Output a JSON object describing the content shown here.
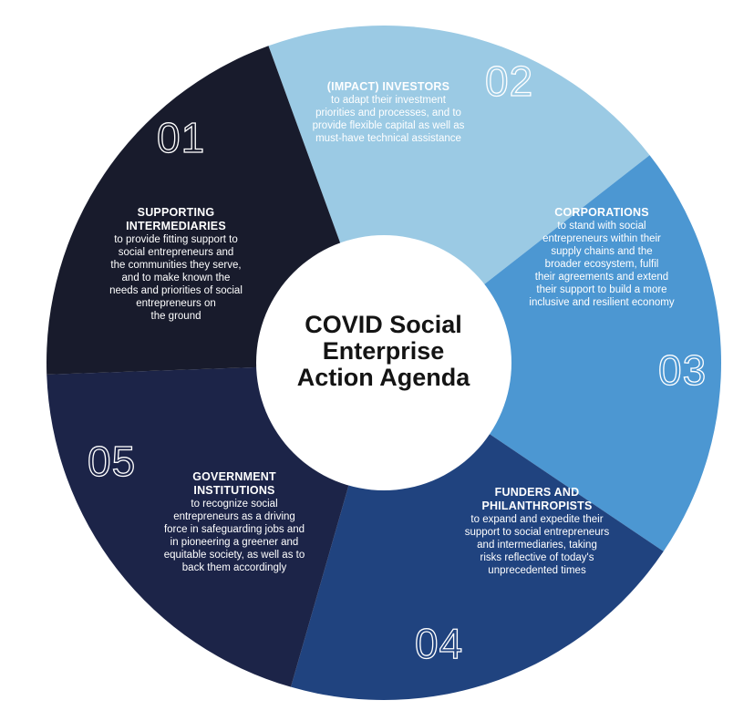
{
  "center": {
    "title": "COVID Social\nEnterprise\nAction Agenda"
  },
  "segments": [
    {
      "number": "01",
      "title": "SUPPORTING\nINTERMEDIARIES",
      "body": "to provide fitting support to\nsocial entrepreneurs and\nthe communities they serve,\nand to make known the\nneeds and priorities of social\nentrepreneurs on\nthe ground",
      "color": "#9bcae4"
    },
    {
      "number": "02",
      "title": "(IMPACT) INVESTORS",
      "body": "to adapt their investment\npriorities and processes, and to\nprovide flexible capital as well as\nmust-have technical assistance",
      "color": "#4c97d2"
    },
    {
      "number": "03",
      "title": "CORPORATIONS",
      "body": "to stand with social\nentrepreneurs within their\nsupply chains and the\nbroader ecosystem, fulfil\ntheir agreements and extend\ntheir support to build a more\ninclusive and resilient economy",
      "color": "#20437f"
    },
    {
      "number": "04",
      "title": "FUNDERS AND\nPHILANTHROPISTS",
      "body": "to expand and expedite their\nsupport to social entrepreneurs\nand intermediaries, taking\nrisks reflective of today's\nunprecedented times",
      "color": "#1c2448"
    },
    {
      "number": "05",
      "title": "GOVERNMENT\nINSTITUTIONS",
      "body": "to recognize social\nentrepreneurs as a driving\nforce in safeguarding jobs and\nin pioneering a greener and\nequitable society, as well as to\nback them accordingly",
      "color": "#181b2c"
    }
  ]
}
